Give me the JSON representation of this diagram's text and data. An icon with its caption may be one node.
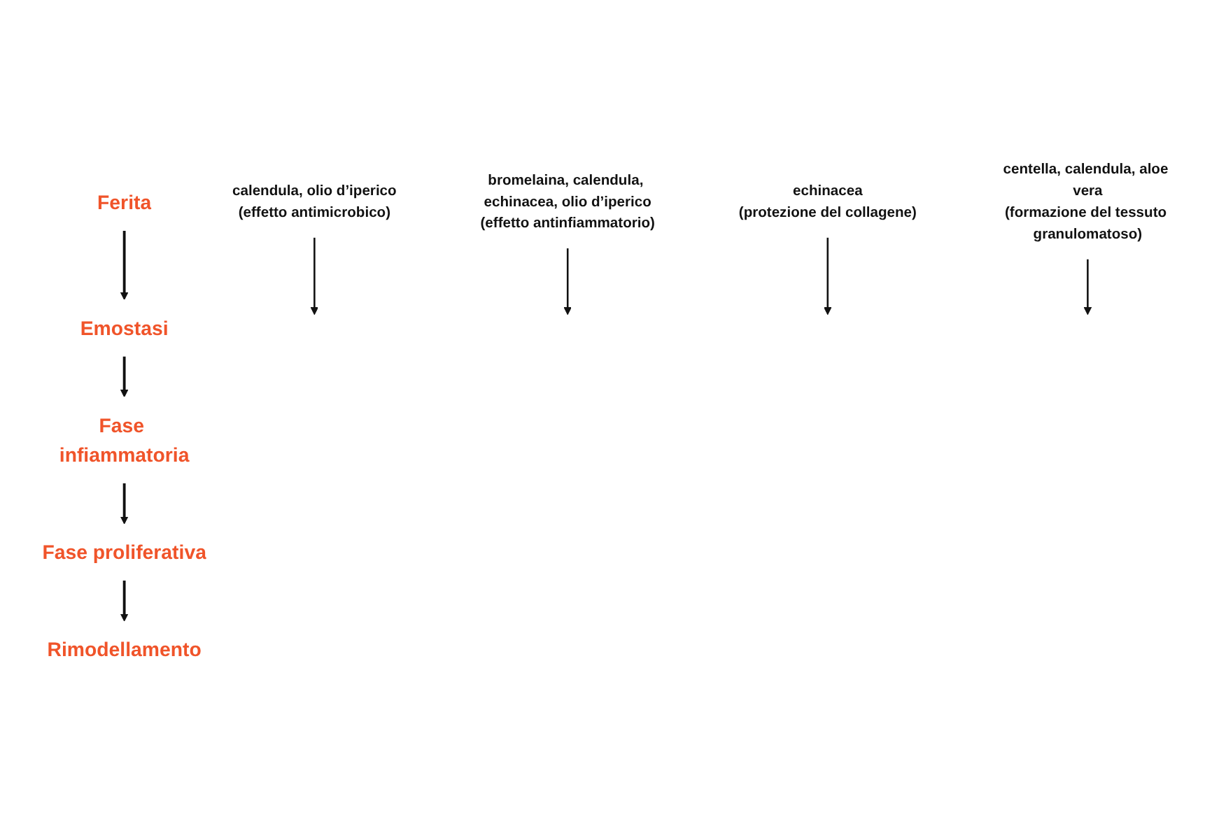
{
  "diagram": {
    "nodes": [
      {
        "text": [
          "Ferita"
        ]
      },
      {
        "text": [
          "Emostasi"
        ]
      },
      {
        "text": [
          "Fase infiammatoria"
        ]
      },
      {
        "text": [
          "Fase proliferativa"
        ]
      },
      {
        "text": [
          "Rimodellamento"
        ]
      },
      {
        "text": [
          "calendula, olio d’iperico",
          "(effetto antimicrobico)"
        ]
      },
      {
        "text": [
          "bromelaina, calendula, echinacea, olio d’iperico",
          "(effetto antinfiammatorio)"
        ]
      },
      {
        "text": [
          "echinacea",
          "(protezione del collagene)"
        ]
      },
      {
        "text": [
          "centella, calendula, aloe vera",
          "(formazione del tessuto granulomatoso)"
        ]
      }
    ],
    "edges": [
      {
        "from": 0,
        "to": 1,
        "arrow": "to"
      },
      {
        "from": 1,
        "to": 2,
        "arrow": "to"
      },
      {
        "from": 2,
        "to": 3,
        "arrow": "to"
      },
      {
        "from": 3,
        "to": 4,
        "arrow": "to"
      },
      {
        "from": 5,
        "to": null,
        "arrow": "to"
      },
      {
        "from": 6,
        "to": null,
        "arrow": "to"
      },
      {
        "from": 7,
        "to": null,
        "arrow": "to"
      },
      {
        "from": 8,
        "to": null,
        "arrow": "to"
      }
    ]
  }
}
